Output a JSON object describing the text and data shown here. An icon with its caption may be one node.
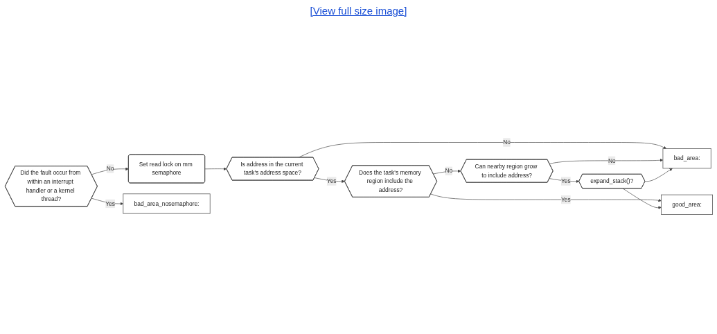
{
  "diagram": {
    "nodes": [
      {
        "text": [
          "Did the fault occur from within an interrupt handler or a kernel thread?"
        ]
      },
      {
        "text": [
          "Set read lock on mm semaphore"
        ]
      },
      {
        "text": [
          "Is address in the current task's address space?"
        ]
      },
      {
        "text": [
          "bad_area:"
        ]
      },
      {
        "text": [
          "bad_area_nosemaphore:"
        ]
      },
      {
        "text": [
          "Does the task's memory region include the address?"
        ]
      },
      {
        "text": [
          "Can nearby region grow to include address?"
        ]
      },
      {
        "text": [
          "good_area:"
        ]
      },
      {
        "text": [
          "expand_stack()?"
        ]
      }
    ],
    "edges": [
      {
        "from": 0,
        "to": 1,
        "arrow": "to",
        "label": "No"
      },
      {
        "from": 0,
        "to": 4,
        "arrow": "to",
        "label": "Yes"
      },
      {
        "from": 1,
        "to": 2,
        "arrow": "to"
      },
      {
        "from": 2,
        "to": 3,
        "arrow": "to",
        "label": "No"
      },
      {
        "from": 2,
        "to": 5,
        "arrow": "to",
        "label": "Yes"
      },
      {
        "from": 5,
        "to": 6,
        "arrow": "to",
        "label": "No"
      },
      {
        "from": 5,
        "to": 7,
        "arrow": "to",
        "label": "Yes"
      },
      {
        "from": 6,
        "to": 3,
        "arrow": "to",
        "label": "No"
      },
      {
        "from": 6,
        "to": 8,
        "arrow": "to",
        "label": "Yes"
      },
      {
        "from": 8,
        "to": 7,
        "arrow": "to"
      },
      {
        "from": 8,
        "to": 3,
        "arrow": "to"
      }
    ],
    "labels": [
      "[View full size image]"
    ]
  }
}
